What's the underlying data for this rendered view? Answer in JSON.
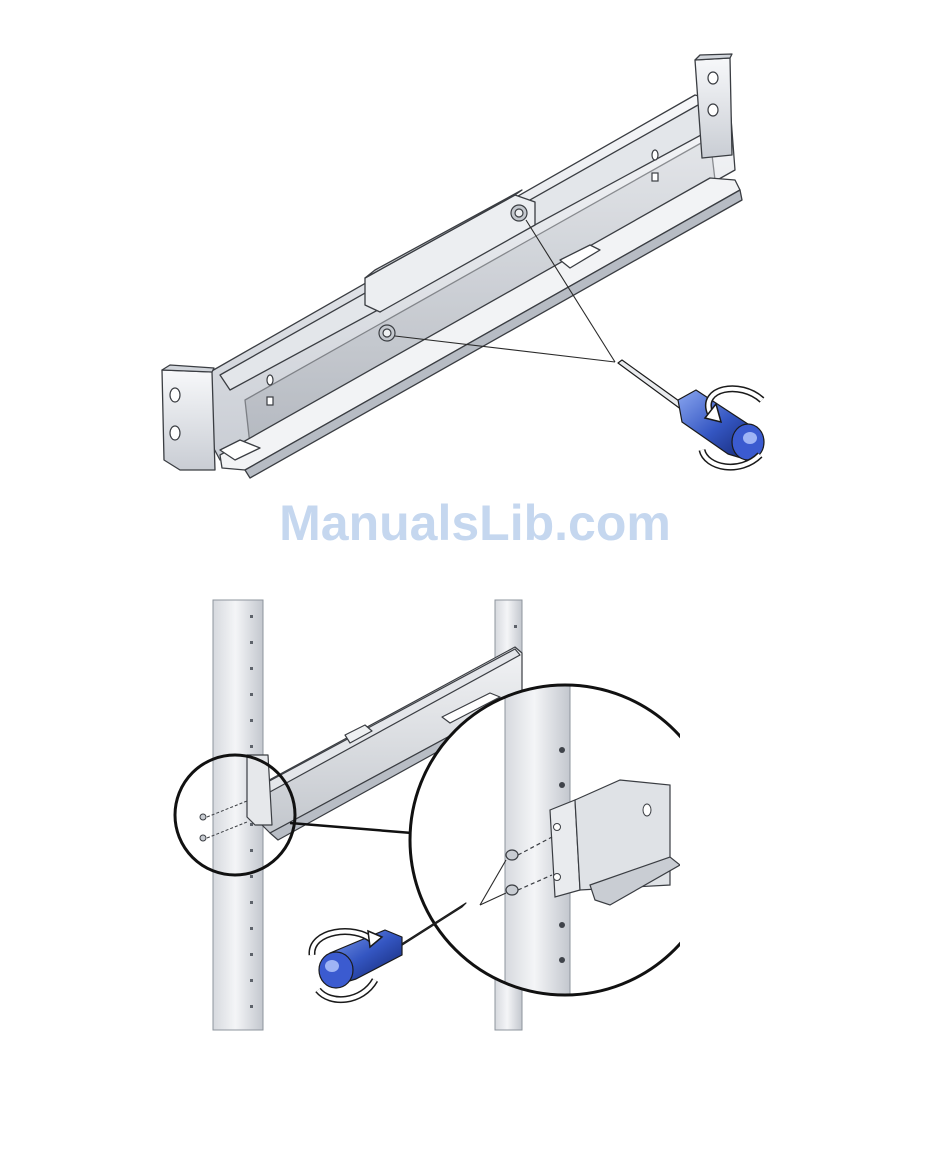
{
  "watermark": {
    "text": "ManualsLib.com",
    "color": "#c5d7ef"
  },
  "figures": [
    {
      "id": "rail-adjust",
      "icons": [
        "rail-icon",
        "screw-icon",
        "screwdriver-icon",
        "rotation-arrow-icon"
      ]
    },
    {
      "id": "rail-mount-to-rack",
      "icons": [
        "rack-post-icon",
        "rail-icon",
        "magnifier-callout-icon",
        "screw-icon",
        "screwdriver-icon",
        "rotation-arrow-icon"
      ]
    }
  ],
  "colors": {
    "metal_light": "#eef0f3",
    "metal_mid": "#cdd1d8",
    "metal_dark": "#8e949d",
    "outline": "#3a3d42",
    "screwdriver_blue": "#2f4fb5",
    "screwdriver_dark": "#0f1f66"
  }
}
